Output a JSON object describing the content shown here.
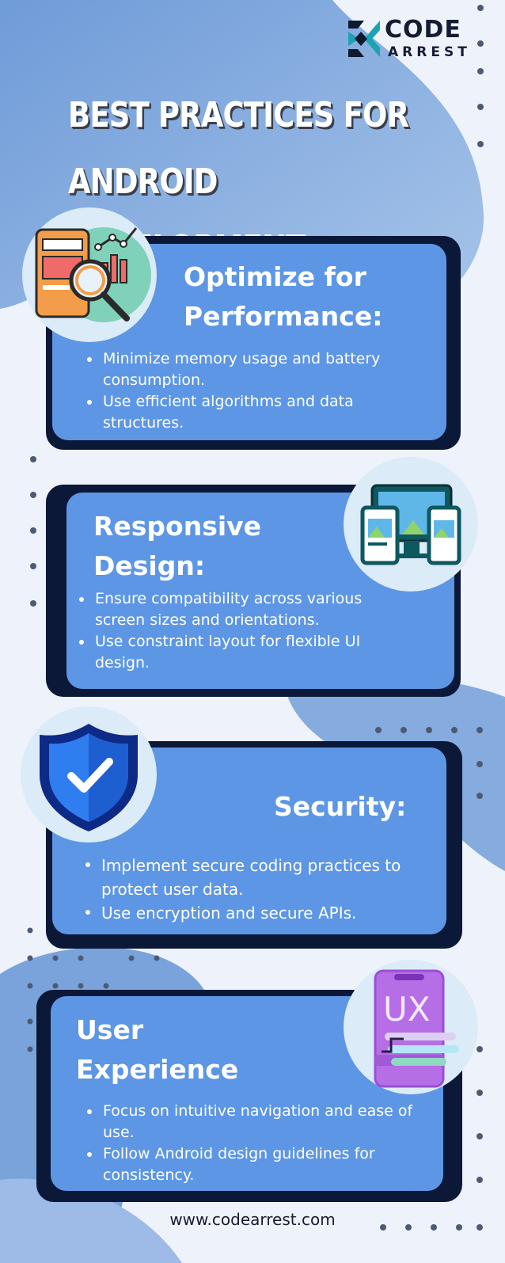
{
  "brand": {
    "line1": "CODE",
    "line2": "ARREST"
  },
  "title": {
    "line1": "BEST PRACTICES FOR",
    "line2": "ANDROID DEVELOPMENT"
  },
  "sections": [
    {
      "title_lines": [
        "Optimize for",
        "Performance:"
      ],
      "icon": "performance-analytics-icon",
      "bullets": [
        "Minimize memory usage and battery consumption.",
        "Use efficient algorithms and data structures."
      ]
    },
    {
      "title_lines": [
        "Responsive",
        "Design:"
      ],
      "icon": "responsive-devices-icon",
      "bullets": [
        "Ensure compatibility across various screen sizes and orientations.",
        "Use constraint layout for flexible UI design."
      ]
    },
    {
      "title_lines": [
        "Security:"
      ],
      "icon": "security-shield-icon",
      "bullets": [
        "Implement secure coding practices to protect user data.",
        "Use encryption and secure APIs."
      ]
    },
    {
      "title_lines": [
        "User",
        "Experience"
      ],
      "icon": "ux-phone-icon",
      "icon_text": "UX",
      "bullets": [
        "Focus on intuitive navigation and ease of use.",
        "Follow Android design guidelines for consistency."
      ]
    }
  ],
  "footer": {
    "url": "www.codearrest.com"
  },
  "colors": {
    "card_border": "#0b1838",
    "card_fill": "#5d96e4",
    "background_blob": "#7fa6dd",
    "text_dark": "#141d33"
  }
}
